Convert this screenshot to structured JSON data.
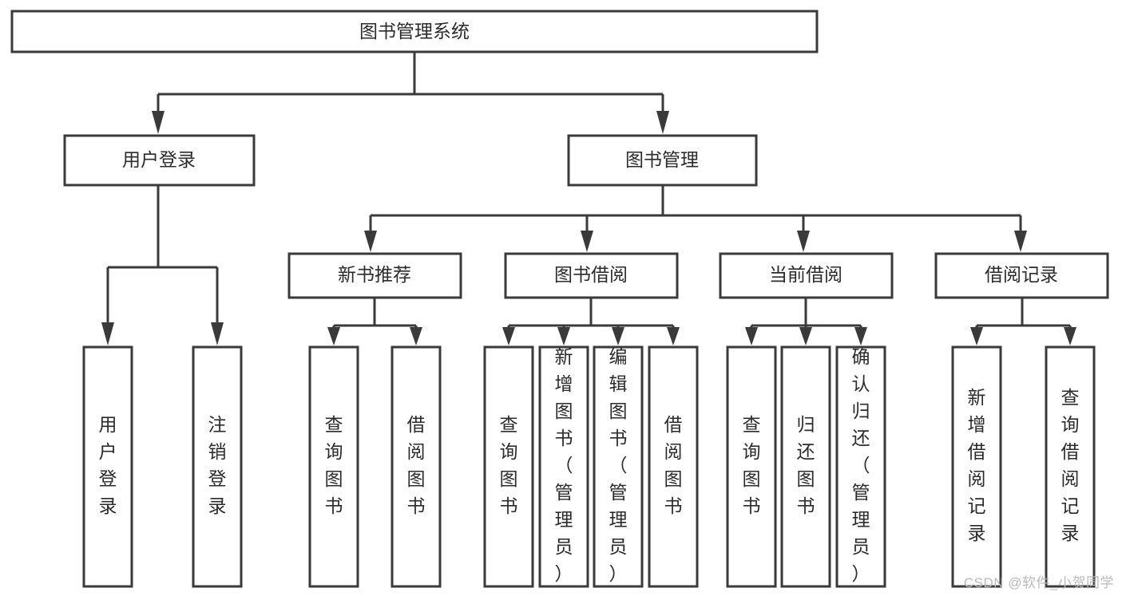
{
  "diagram": {
    "type": "tree-hierarchy",
    "title": "图书管理系统",
    "watermark": "CSDN @软件_小贺同学",
    "colors": {
      "stroke": "#3a3a3a",
      "box_fill": "#ffffff",
      "text": "#2b2b2b",
      "background": "#ffffff",
      "watermark": "#b9b9b9"
    },
    "root": {
      "label": "图书管理系统",
      "children": [
        {
          "label": "用户登录",
          "children": [
            {
              "label": "用户登录"
            },
            {
              "label": "注销登录"
            }
          ]
        },
        {
          "label": "图书管理",
          "children": [
            {
              "label": "新书推荐",
              "children": [
                {
                  "label": "查询图书"
                },
                {
                  "label": "借阅图书"
                }
              ]
            },
            {
              "label": "图书借阅",
              "children": [
                {
                  "label": "查询图书"
                },
                {
                  "label": "新增图书（管理员）"
                },
                {
                  "label": "编辑图书（管理员）"
                },
                {
                  "label": "借阅图书"
                }
              ]
            },
            {
              "label": "当前借阅",
              "children": [
                {
                  "label": "查询图书"
                },
                {
                  "label": "归还图书"
                },
                {
                  "label": "确认归还（管理员）"
                }
              ]
            },
            {
              "label": "借阅记录",
              "children": [
                {
                  "label": "新增借阅记录"
                },
                {
                  "label": "查询借阅记录"
                }
              ]
            }
          ]
        }
      ]
    },
    "nodes": {
      "root_title": "图书管理系统",
      "l2_user_login": "用户登录",
      "l2_book_manage": "图书管理",
      "l3_new_book_rec": "新书推荐",
      "l3_book_borrow": "图书借阅",
      "l3_current_borrow": "当前借阅",
      "l3_borrow_record": "借阅记录",
      "leaf_user_login": "用户登录",
      "leaf_logout": "注销登录",
      "leaf_query_book_1": "查询图书",
      "leaf_borrow_book_1": "借阅图书",
      "leaf_query_book_2": "查询图书",
      "leaf_add_book_admin": "新增图书（管理员）",
      "leaf_edit_book_admin": "编辑图书（管理员）",
      "leaf_borrow_book_2": "借阅图书",
      "leaf_query_book_3": "查询图书",
      "leaf_return_book": "归还图书",
      "leaf_confirm_return_admin": "确认归还（管理员）",
      "leaf_add_record": "新增借阅记录",
      "leaf_query_record": "查询借阅记录"
    }
  }
}
